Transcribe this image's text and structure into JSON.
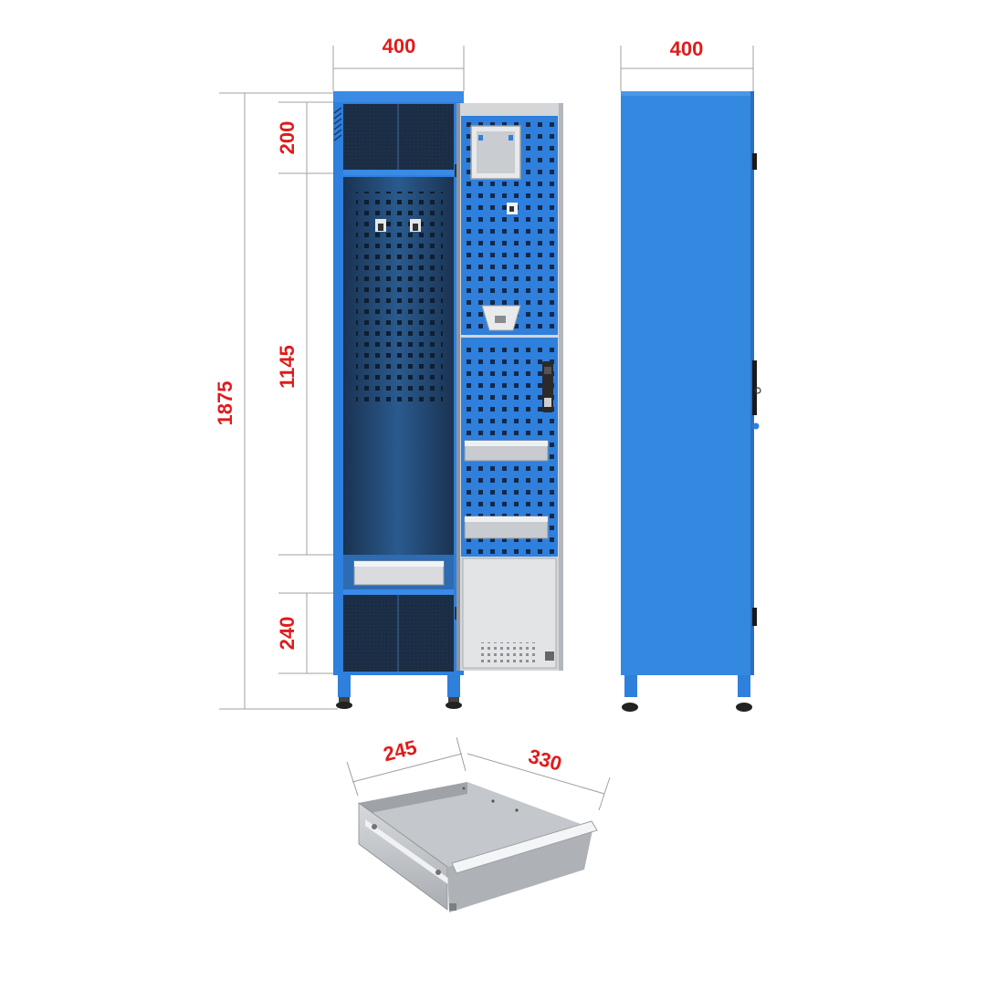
{
  "dimensions": {
    "front_width": "400",
    "side_width": "400",
    "total_height": "1875",
    "top_section": "200",
    "middle_section": "1145",
    "bottom_section": "240",
    "drawer_width": "245",
    "drawer_depth": "330"
  },
  "colors": {
    "cabinet_blue": "#2f7fdc",
    "interior_navy": "#1e3a5c",
    "door_inner": "#d4d6d8",
    "dimension_red": "#e01b1b",
    "dimension_line": "#9a9a9a",
    "drawer_grey": "#b9bcc0"
  }
}
